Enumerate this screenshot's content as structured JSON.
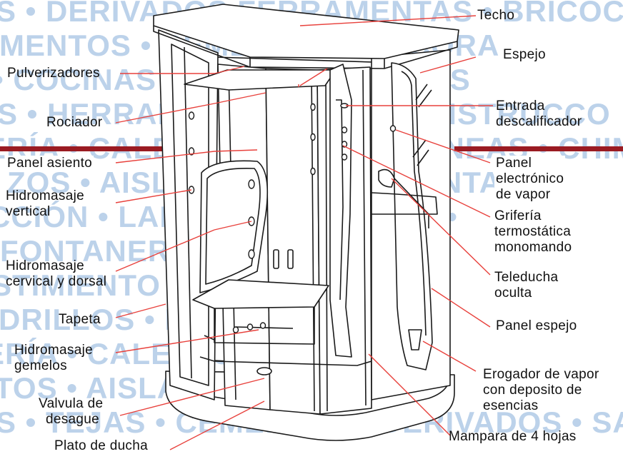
{
  "watermark": {
    "lines": [
      "S • DERIVADOS FERRAMENTAS • BRICOCON",
      "EMENTOS • CEMENTOS • DECORA",
      "• COCINAS • PREV • VIMIENTOS",
      "S • HERRAMIENTAS • DESCONSTRUCCO",
      "ERÍA • CALEFACCIÓN • CHIMENEAS • CHIM",
      "ZOS • AISLAMIENTOS • AMIENTAS",
      "CCIÓN • LADRILLOS • EMPOS •",
      "FONTANERÍA • COCINAS",
      "STIMIENTO • HERRAMI",
      "DRILLOS • DERIVAD",
      "ERÍA • CALEFAC • CHIME",
      "TOS • AISLAMIENTAS",
      "S • TEJAS • CEMENTOS • DERIVADOS • SA"
    ]
  },
  "labels_left": {
    "pulverizadores": "Pulverizadores",
    "rociador": "Rociador",
    "panel_asiento": "Panel asiento",
    "hidromasaje_vertical": [
      "Hidromasaje",
      "vertical"
    ],
    "hidromasaje_cervical": [
      "Hidromasaje",
      "cervical y dorsal"
    ],
    "tapeta": "Tapeta",
    "hidromasaje_gemelos": [
      "Hidromasaje",
      "gemelos"
    ],
    "valvula_desague": [
      "Valvula de",
      "desague"
    ],
    "plato_ducha": "Plato de ducha"
  },
  "labels_right": {
    "techo": "Techo",
    "espejo": "Espejo",
    "entrada_descalificador": [
      "Entrada",
      "descalificador"
    ],
    "panel_electronico": [
      "Panel",
      "electrónico",
      "de vapor"
    ],
    "griferia": [
      "Grifería",
      "termostática",
      "monomando"
    ],
    "teleducha": [
      "Teleducha",
      "oculta"
    ],
    "panel_espejo": "Panel espejo",
    "erogador": [
      "Erogador de vapor",
      "con deposito de",
      "esencias"
    ],
    "mampara": "Mampara de 4 hojas"
  },
  "colors": {
    "leader_line": "#e8413c",
    "accent_band": "#9a1b22",
    "watermark": "#bcd2ea",
    "outline": "#1a1a1a"
  }
}
